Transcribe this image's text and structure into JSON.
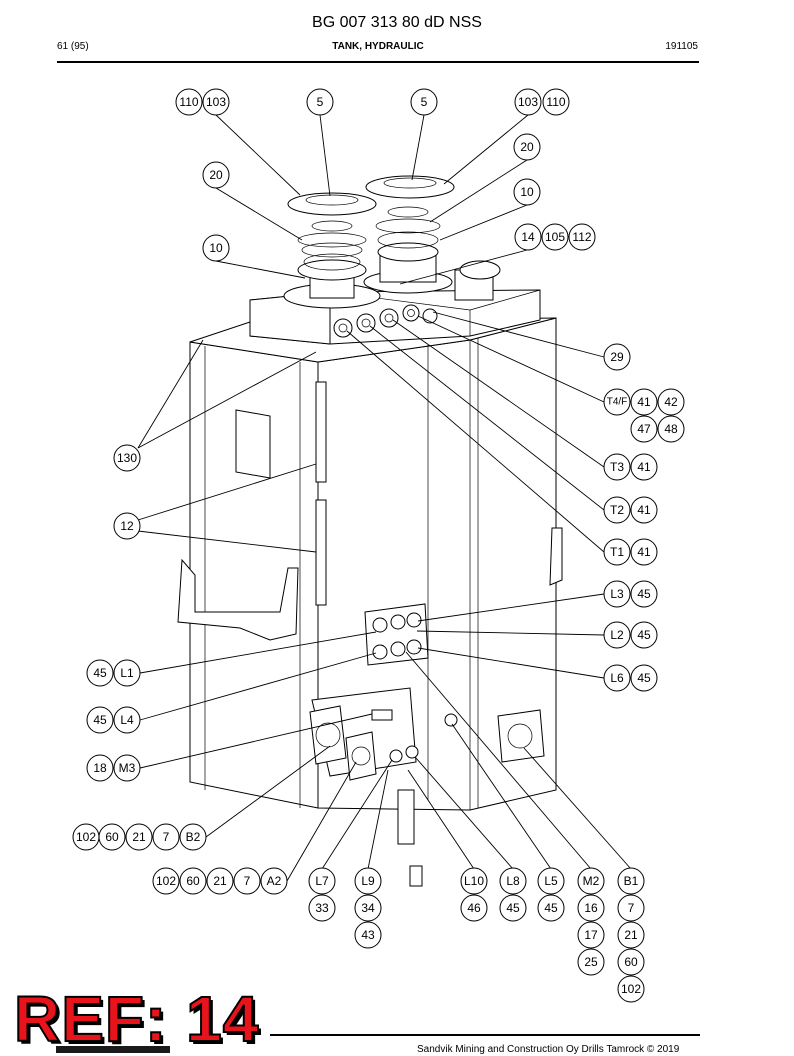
{
  "header": {
    "document_number": "BG 007 313 80 dD NSS",
    "page": "61 (95)",
    "section_title": "TANK, HYDRAULIC",
    "date_code": "191105"
  },
  "footer": {
    "copyright": "Sandvik Mining and Construction Oy Drills Tamrock © 2019",
    "ref_stamp": "REF: 14"
  },
  "callouts": {
    "c110a": "110",
    "c103a": "103",
    "c5a": "5",
    "c5b": "5",
    "c103b": "103",
    "c110b": "110",
    "c20a": "20",
    "c20b": "20",
    "c10a": "10",
    "c10b": "10",
    "c14": "14",
    "c105": "105",
    "c112": "112",
    "c29": "29",
    "cT4F": "T4/F",
    "c41a": "41",
    "c42": "42",
    "c47": "47",
    "c48": "48",
    "c130": "130",
    "c12": "12",
    "cT3": "T3",
    "c41b": "41",
    "cT2": "T2",
    "c41c": "41",
    "cT1": "T1",
    "c41d": "41",
    "cL3": "L3",
    "c45a": "45",
    "cL2": "L2",
    "c45b": "45",
    "cL6": "L6",
    "c45c": "45",
    "c45d": "45",
    "cL1": "L1",
    "c45e": "45",
    "cL4": "L4",
    "c18": "18",
    "cM3": "M3",
    "c102a": "102",
    "c60a": "60",
    "c21a": "21",
    "c7a": "7",
    "cB2": "B2",
    "c102b": "102",
    "c60b": "60",
    "c21b": "21",
    "c7b": "7",
    "cA2": "A2",
    "cL7": "L7",
    "c33": "33",
    "cL9": "L9",
    "c34": "34",
    "c43": "43",
    "cL10": "L10",
    "c46": "46",
    "cL8": "L8",
    "c45f": "45",
    "cL5": "L5",
    "c45g": "45",
    "cM2": "M2",
    "c16": "16",
    "c17": "17",
    "c25": "25",
    "cB1": "B1",
    "c7c": "7",
    "c21c": "21",
    "c60c": "60",
    "c102c": "102"
  }
}
